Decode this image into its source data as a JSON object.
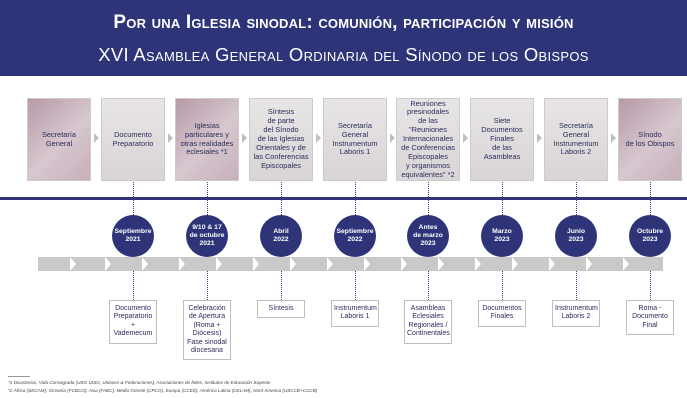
{
  "header": {
    "title": "Por una Iglesia sinodal: comunión, participación y misión",
    "subtitle": "XVI Asamblea General Ordinaria del Sínodo de los Obispos"
  },
  "colors": {
    "navy": "#2f3479",
    "band": "#c9c9c9"
  },
  "stages": [
    {
      "card": "Secretaría General",
      "date": "",
      "output": ""
    },
    {
      "card": "Documento Preparatorio",
      "date": "Septiembre\n2021",
      "output": "Documento\nPreparatorio\n+\nVademecum"
    },
    {
      "card": "Iglesias\nparticulares y\notras realidades\neclesiales *1",
      "date": "9/10 & 17\nde octubre\n2021",
      "output": "Celebración\nde Apertura\n(Roma +\nDiócesis)\nFase sinodal\ndiocesana"
    },
    {
      "card": "Síntesis\nde parte\ndel Sínodo\nde las Iglesias\nOrientales y de\nlas Conferencias\nEpiscopales",
      "date": "Abril\n2022",
      "output": "Síntesis"
    },
    {
      "card": "Secretaría\nGeneral\nInstrumentum\nLaboris 1",
      "date": "Septiembre\n2022",
      "output": "Instrumentum\nLaboris 1"
    },
    {
      "card": "Reuniones\npresinodales\nde las \"Reuniones\nInternacionales\nde Conferencias\nEpiscopales\ny organismos\nequivalentes\" *2",
      "date": "Antes\nde marzo\n2023",
      "output": "Asambleas\nEclesiales\nRegionales /\nContinentales"
    },
    {
      "card": "Siete Documentos\nFinales\nde las Asambleas",
      "date": "Marzo\n2023",
      "output": "Documentos\nFinales"
    },
    {
      "card": "Secretaría\nGeneral\nInstrumentum\nLaboris 2",
      "date": "Junio\n2023",
      "output": "Instrumentum\nLaboris 2"
    },
    {
      "card": "Sínodo\nde los Obispos",
      "date": "Octubre\n2023",
      "output": "Roma -\nDocumento\nFinal"
    }
  ],
  "footnotes": [
    "*1 Dicasterios, Vida Consagrada (USG-UISG, Uniones & Federaciones), Asociaciones de fieles, Institutos de Educación Superior",
    "*2 África (SECAM), Oceanía (FCBCO), Asia (FABC), Medio Oriente (CPCO), Europa (CCEE), América Latina (CELAM), Nord America (USCCB+CCCB)"
  ]
}
